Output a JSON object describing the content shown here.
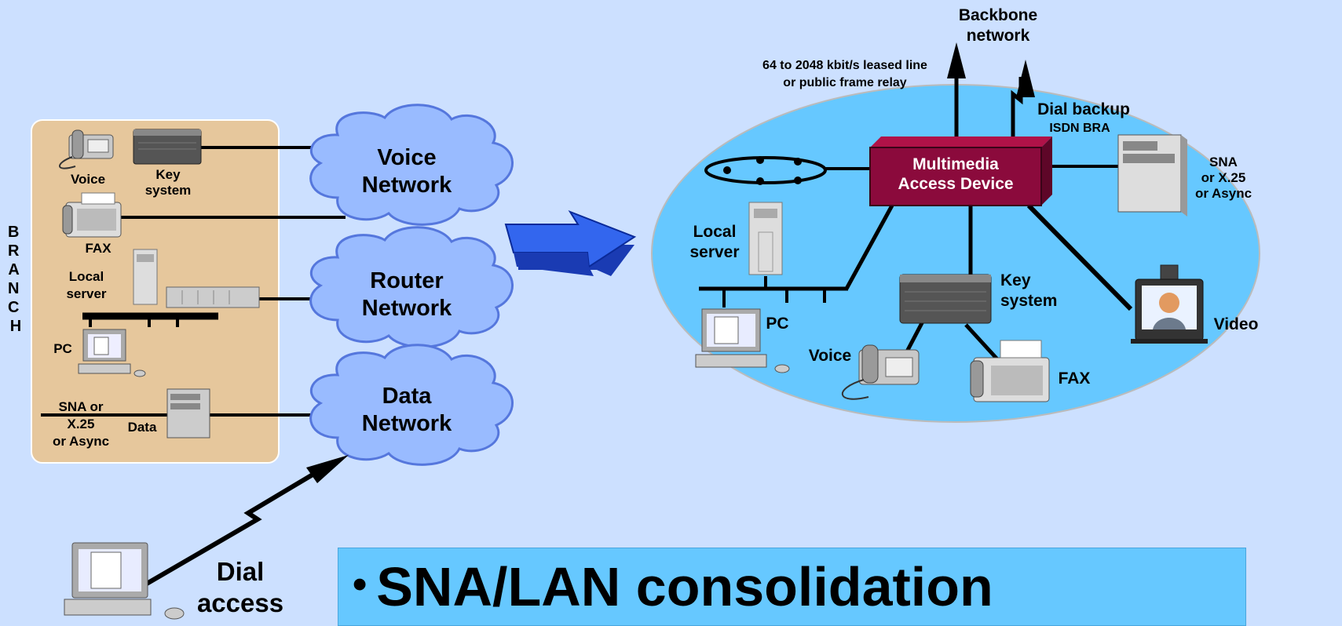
{
  "branch": {
    "vertical_label": "BRANCH",
    "voice_label": "Voice",
    "key_system_label": "Key\nsystem",
    "fax_label": "FAX",
    "local_server_label": "Local\nserver",
    "pc_label": "PC",
    "sna_label": "SNA or\nX.25\nor Async",
    "data_label": "Data"
  },
  "clouds": {
    "voice": "Voice\nNetwork",
    "router": "Router\nNetwork",
    "data": "Data\nNetwork"
  },
  "dial_access": "Dial\naccess",
  "hub": {
    "backbone": "Backbone\nnetwork",
    "leased_line": "64 to 2048 kbit/s leased line\nor public frame relay",
    "dial_backup": "Dial backup",
    "isdn": "ISDN BRA",
    "device": "Multimedia\nAccess Device",
    "sna": "SNA\nor X.25\nor Async",
    "local_server": "Local\nserver",
    "pc": "PC",
    "key_system": "Key\nsystem",
    "voice": "Voice",
    "fax": "FAX",
    "video": "Video"
  },
  "bullet": "SNA/LAN consolidation",
  "colors": {
    "background": "#cce0ff",
    "branch_panel": "#e6c79c",
    "cloud": "#99bbff",
    "ellipse": "#66c8ff",
    "device": "#8b0a3c",
    "arrow": "#3366ee",
    "bullet_box": "#66c8ff"
  }
}
